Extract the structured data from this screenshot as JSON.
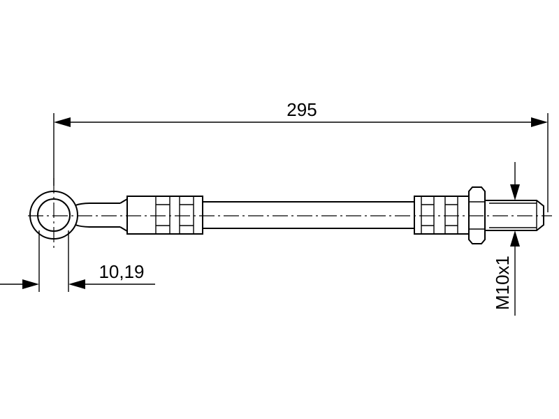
{
  "drawing": {
    "dimensions": {
      "overall_length": "295",
      "eye_bore": "10,19",
      "thread": "M10x1"
    }
  }
}
